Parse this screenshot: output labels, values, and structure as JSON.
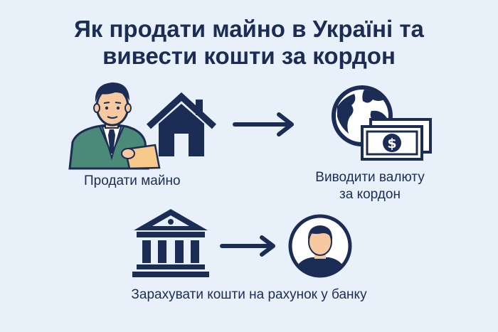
{
  "title": {
    "line1": "Як продати майно в Україні та",
    "line2": "вивести кошти за кордон"
  },
  "steps": {
    "sell": "Продати майно",
    "transfer_line1": "Виводити валюту",
    "transfer_line2": "за кордон",
    "bank": "Зарахувати кошти на рахунок у банку"
  },
  "icons": {
    "seller": "businessman-icon",
    "house": "house-icon",
    "globe": "globe-icon",
    "money": "dollar-banknote-icon",
    "bank": "bank-building-icon",
    "person": "person-avatar-icon",
    "arrow": "arrow-right-icon"
  },
  "colors": {
    "navy": "#1c2d55",
    "suit": "#4b8a78",
    "skin": "#f6c9a0",
    "paper": "#f6c98a",
    "background": "#e8f0f9"
  }
}
